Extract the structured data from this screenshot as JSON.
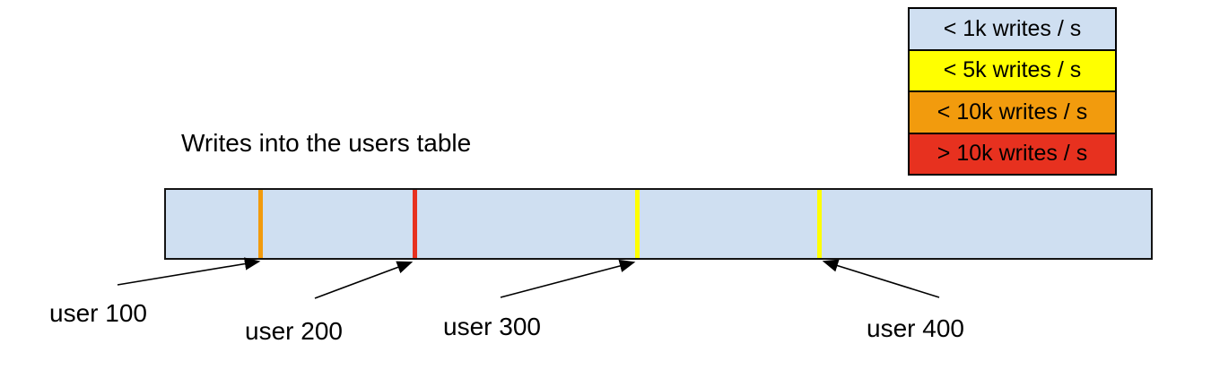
{
  "diagram": {
    "title": "Writes into the users table",
    "bar": {
      "fill": "#cfdff1",
      "border": "#141414"
    },
    "markers": [
      {
        "label": "user 100",
        "color": "#f29b0d"
      },
      {
        "label": "user 200",
        "color": "#e7311f"
      },
      {
        "label": "user 300",
        "color": "#ffff00"
      },
      {
        "label": "user 400",
        "color": "#ffff00"
      }
    ]
  },
  "legend": {
    "items": [
      {
        "label": "< 1k writes / s",
        "color": "#cfdff1"
      },
      {
        "label": "< 5k writes / s",
        "color": "#ffff00"
      },
      {
        "label": "< 10k writes / s",
        "color": "#f29b0d"
      },
      {
        "label": "> 10k writes / s",
        "color": "#e7311f"
      }
    ]
  }
}
